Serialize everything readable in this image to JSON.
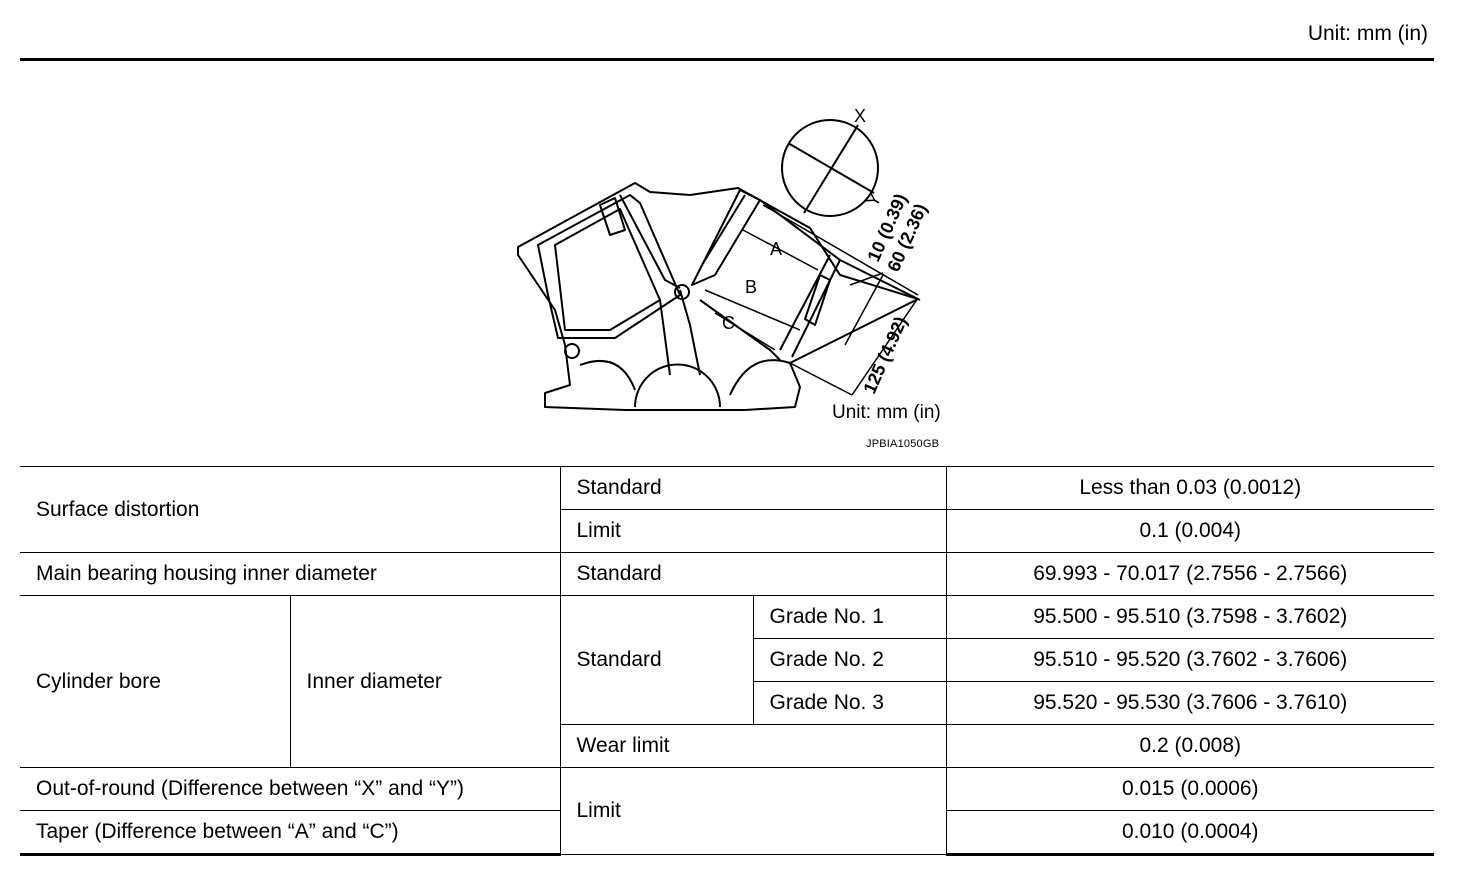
{
  "header": {
    "unit": "Unit: mm (in)"
  },
  "figure": {
    "code": "JPBIA1050GB",
    "unit": "Unit: mm (in)",
    "labels": {
      "x": "X",
      "y": "Y",
      "a": "A",
      "b": "B",
      "c": "C"
    },
    "dims": {
      "d10": "10 (0.39)",
      "d60": "60 (2.36)",
      "d125": "125 (4.92)"
    }
  },
  "table": {
    "surface_distortion": {
      "label": "Surface distortion",
      "standard_label": "Standard",
      "standard_value": "Less than 0.03 (0.0012)",
      "limit_label": "Limit",
      "limit_value": "0.1 (0.004)"
    },
    "main_bearing": {
      "label": "Main bearing housing inner diameter",
      "standard_label": "Standard",
      "standard_value": "69.993 - 70.017 (2.7556 - 2.7566)"
    },
    "cylinder_bore": {
      "label": "Cylinder bore",
      "sub_label": "Inner diameter",
      "standard_label": "Standard",
      "grades": [
        {
          "label": "Grade No. 1",
          "value": "95.500 - 95.510 (3.7598 - 3.7602)"
        },
        {
          "label": "Grade No. 2",
          "value": "95.510 - 95.520 (3.7602 - 3.7606)"
        },
        {
          "label": "Grade No. 3",
          "value": "95.520 - 95.530 (3.7606 - 3.7610)"
        }
      ],
      "wear_limit_label": "Wear limit",
      "wear_limit_value": "0.2 (0.008)"
    },
    "out_of_round": {
      "label": "Out-of-round (Difference between “X” and “Y”)",
      "value": "0.015 (0.0006)"
    },
    "taper": {
      "label": "Taper (Difference between “A” and “C”)",
      "value": "0.010 (0.0004)"
    },
    "limit_label": "Limit"
  }
}
